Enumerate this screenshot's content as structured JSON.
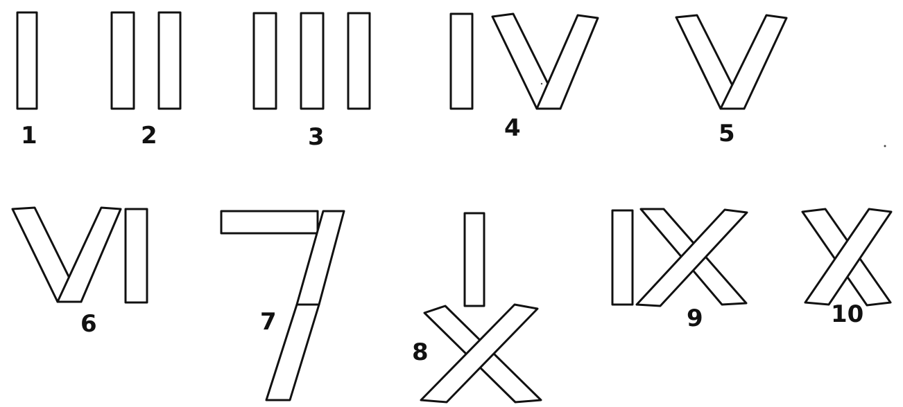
{
  "figure": {
    "labels": [
      "1",
      "2",
      "3",
      "4",
      "5",
      "6",
      "7",
      "8",
      "9",
      "10"
    ],
    "ink_color": "#111111",
    "background": "#ffffff"
  }
}
